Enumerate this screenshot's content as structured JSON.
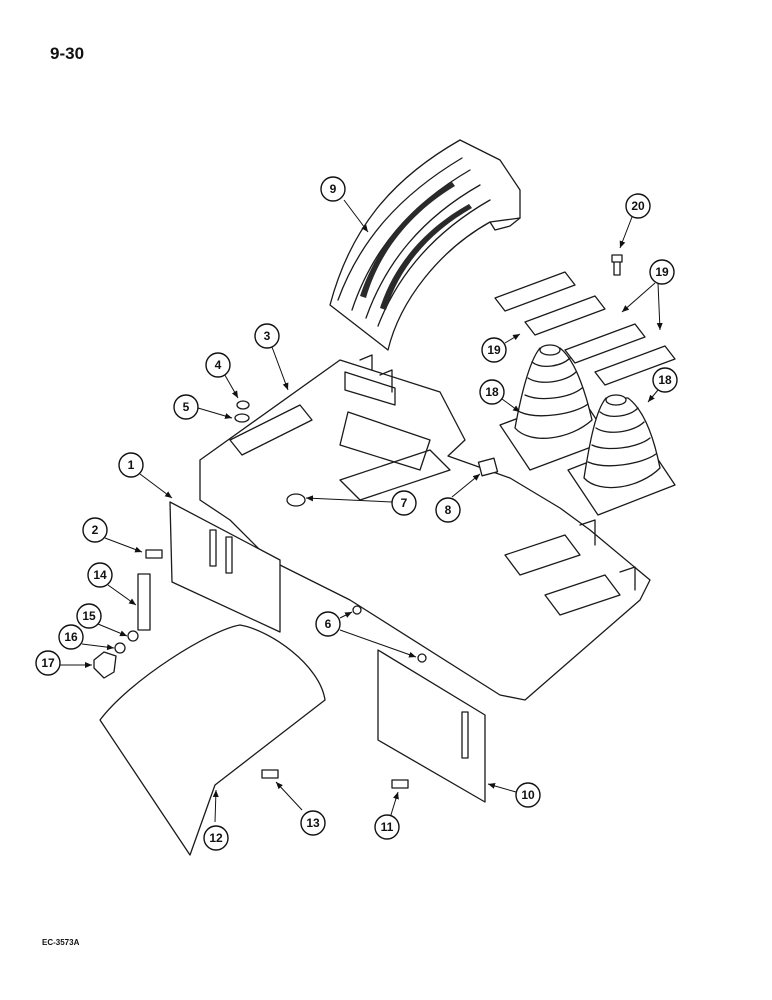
{
  "page_number": "9-30",
  "drawing_code": "EC-3573A",
  "callouts": [
    "1",
    "2",
    "3",
    "4",
    "5",
    "6",
    "7",
    "8",
    "9",
    "10",
    "11",
    "12",
    "13",
    "14",
    "15",
    "16",
    "17",
    "18",
    "18",
    "19",
    "19",
    "20"
  ]
}
